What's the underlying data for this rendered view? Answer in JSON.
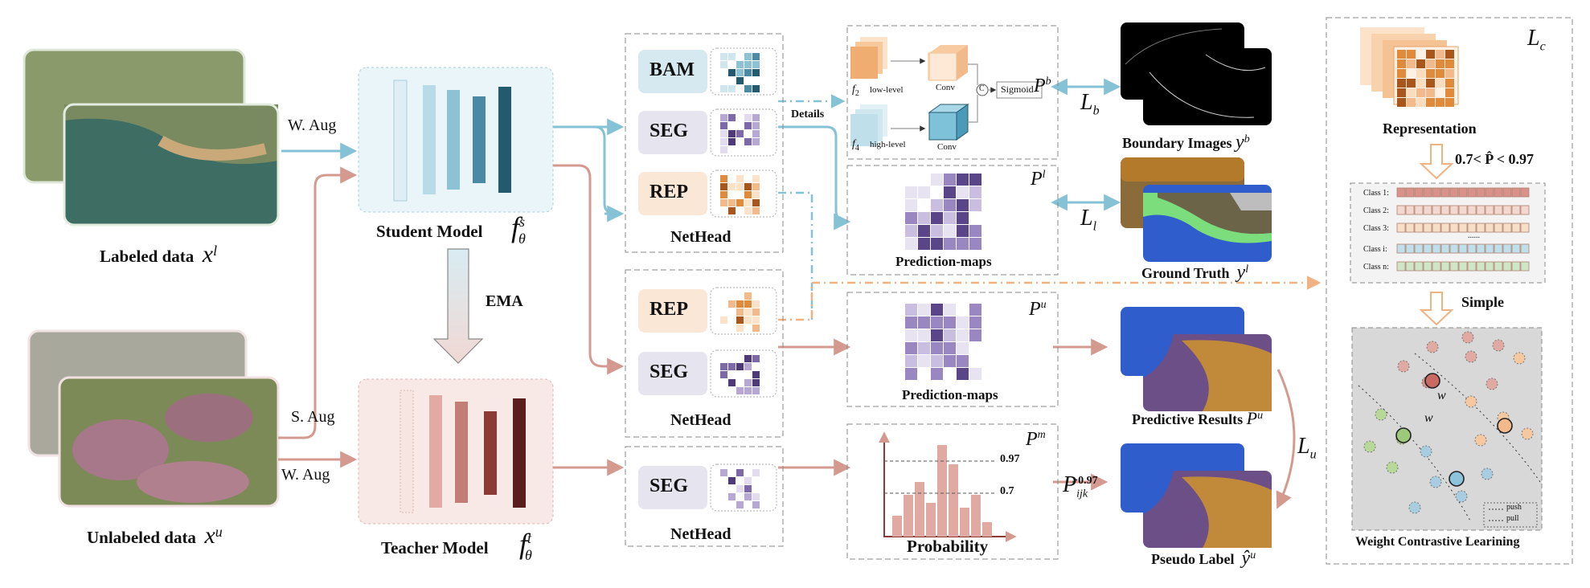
{
  "colors": {
    "student": "#86c2d6",
    "teacher": "#d49a90",
    "pseudo": "#f0b183",
    "purple": "#6a4f91",
    "orange": "#e08a3c"
  },
  "labeled": {
    "title": "Labeled data",
    "var": "x",
    "sup": "l"
  },
  "unlabeled": {
    "title": "Unlabeled data",
    "var": "x",
    "sup": "u"
  },
  "aug": {
    "weak_top": "W. Aug",
    "strong": "S.  Aug",
    "weak_bottom": "W. Aug"
  },
  "student": {
    "title": "Student Model",
    "var": "f",
    "sup": "s",
    "sub": "θ"
  },
  "teacher": {
    "title": "Teacher Model",
    "var": "f",
    "sup": "t",
    "sub": "θ"
  },
  "ema": "EMA",
  "heads": {
    "top": {
      "items": [
        "BAM",
        "SEG",
        "REP"
      ],
      "label": "NetHead"
    },
    "mid": {
      "items": [
        "REP",
        "SEG"
      ],
      "label": "NetHead"
    },
    "bottom": {
      "items": [
        "SEG"
      ],
      "label": "NetHead"
    }
  },
  "details": "Details",
  "bam_detail": {
    "f2": "f",
    "f2_sub": "2",
    "low": "low-level",
    "f4": "f",
    "f4_sub": "4",
    "high": "high-level",
    "conv1": "Conv",
    "conv2": "Conv",
    "concat": "C",
    "sigmoid": "Sigmoid",
    "out": "P",
    "out_sup": "b"
  },
  "pred_l": {
    "caption": "Prediction-maps",
    "tag": "P",
    "tag_sup": "l"
  },
  "pred_u": {
    "caption": "Prediction-maps",
    "tag": "P",
    "tag_sup": "u"
  },
  "prob": {
    "caption": "Probability",
    "tag": "P",
    "tag_sup": "m",
    "line_high": "0.97",
    "line_low": "0.7"
  },
  "losses": {
    "lb": "L",
    "lb_sub": "b",
    "ll": "L",
    "ll_sub": "l",
    "lu": "L",
    "lu_sub": "u",
    "lc": "L",
    "lc_sub": "c",
    "pijk": "P",
    "pijk_sub": "ijk",
    "pijk_sup": ">0.97"
  },
  "outputs": {
    "boundary": {
      "title": "Boundary Images",
      "var": "y",
      "sup": "b"
    },
    "gt": {
      "title": "Ground Truth",
      "var": "y",
      "sup": "l"
    },
    "predictive": {
      "title": "Predictive Results",
      "var": "P",
      "sup": "u"
    },
    "pseudo": {
      "title": "Pseudo Label",
      "var": "ŷ",
      "sup": "u"
    }
  },
  "contrast": {
    "representation": "Representation",
    "threshold": "0.7< P̂ < 0.97",
    "classes": [
      "Class 1:",
      "Class 2:",
      "Class 3:",
      "......",
      "Class i:",
      "Class n:"
    ],
    "simple": "Simple",
    "w1": "w",
    "w2": "w",
    "legend_push": "push",
    "legend_pull": "pull",
    "title": "Weight Contrastive Learining"
  }
}
